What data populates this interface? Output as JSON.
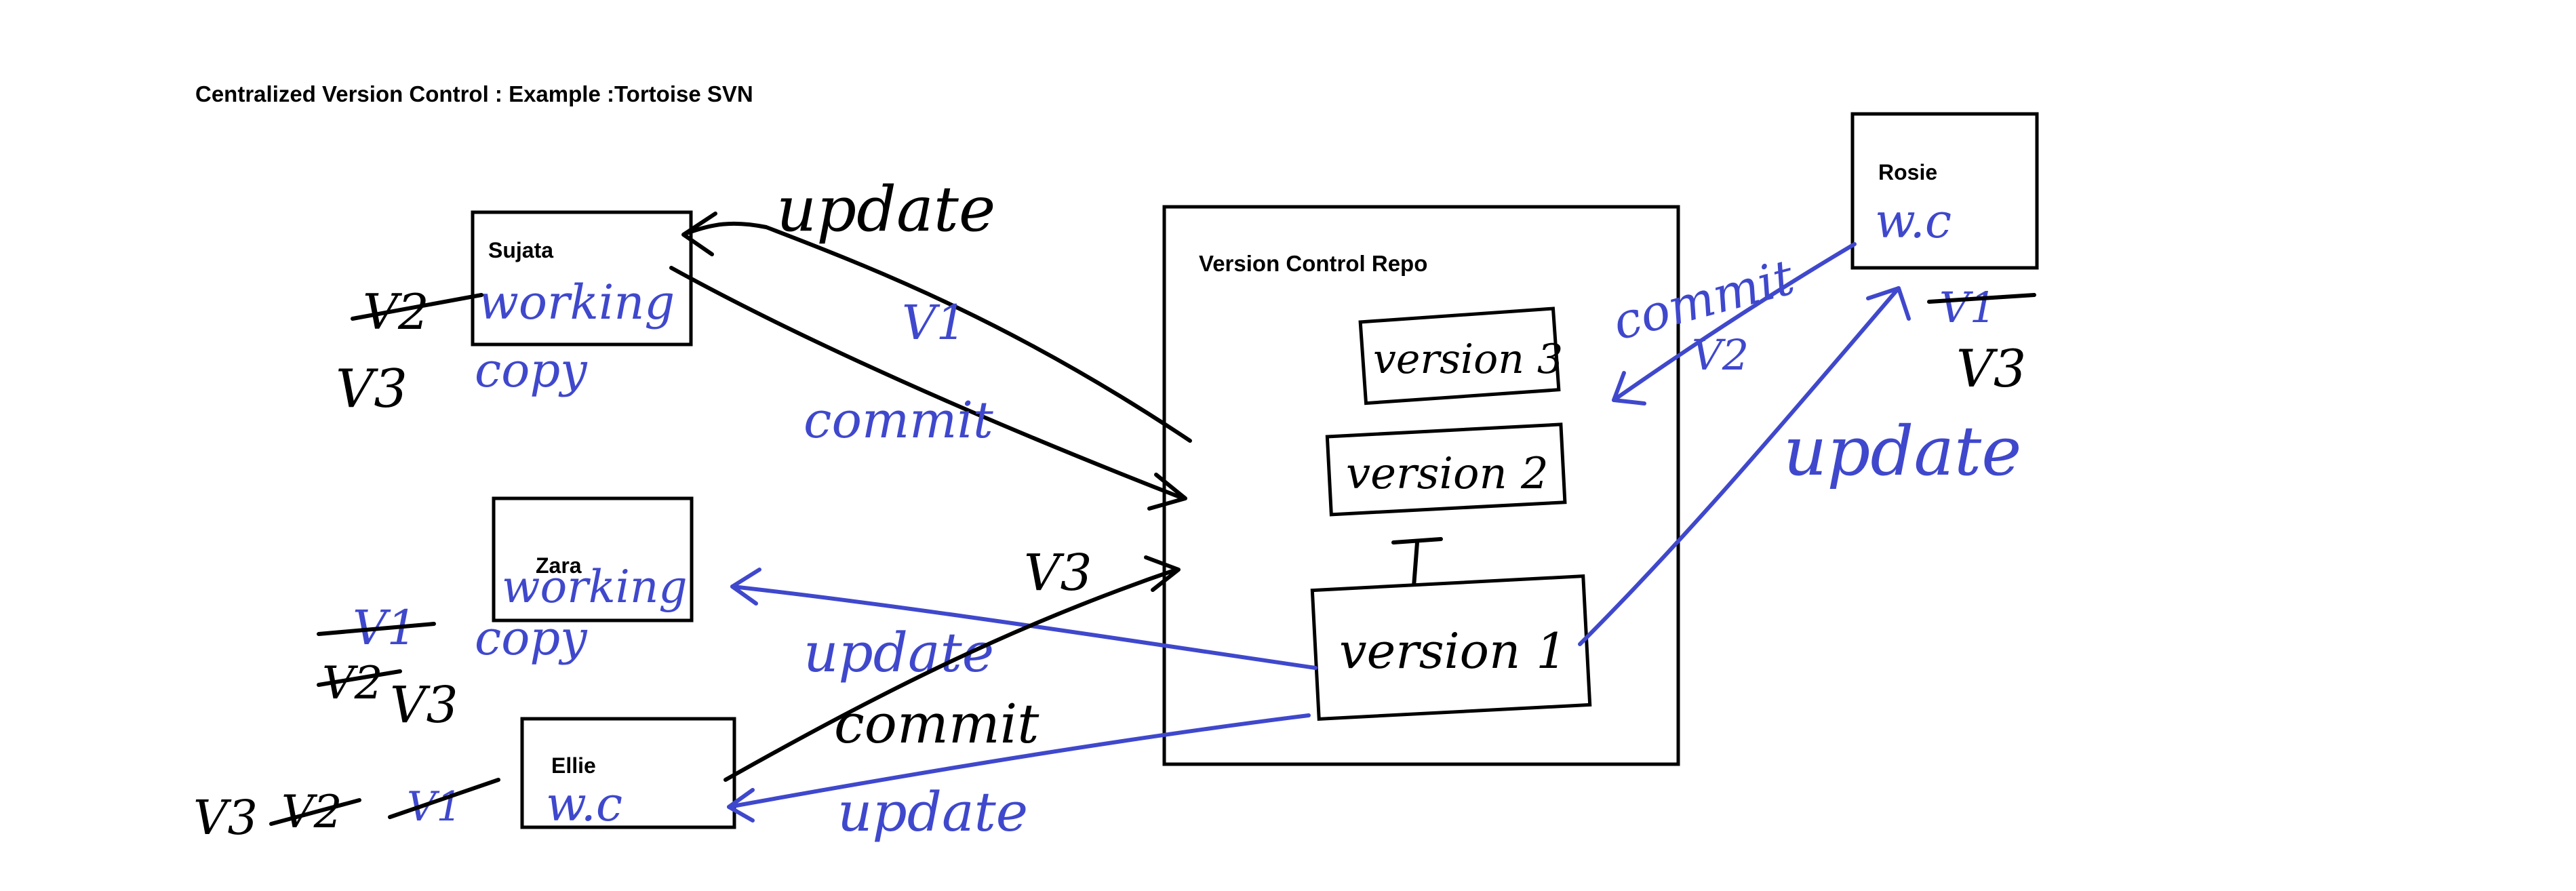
{
  "title": "Centralized Version Control :  Example :Tortoise SVN",
  "colors": {
    "ink": "#000000",
    "pen_blue": "#3f48cc",
    "background": "#ffffff"
  },
  "repo": {
    "label": "Version Control Repo",
    "versions": [
      "version 3",
      "version 2",
      "version 1"
    ]
  },
  "users": {
    "sujata": {
      "name": "Sujata",
      "working_copy": [
        "working",
        "copy"
      ],
      "versions": [
        "V2",
        "V3"
      ]
    },
    "zara": {
      "name": "Zara",
      "working_copy": [
        "working",
        "copy"
      ],
      "versions": [
        "V1",
        "V2",
        "V3"
      ]
    },
    "ellie": {
      "name": "Ellie",
      "working_copy": [
        "w.c"
      ],
      "versions": [
        "V3",
        "V2",
        "V1"
      ]
    },
    "rosie": {
      "name": "Rosie",
      "working_copy": [
        "w.c"
      ],
      "versions": [
        "V1",
        "V2",
        "V3"
      ]
    }
  },
  "arrows": {
    "sujata_update": "update",
    "sujata_commit": "commit",
    "sujata_commit_version": "V1",
    "zara_update": "update",
    "ellie_commit": "commit",
    "ellie_commit_version": "V3",
    "ellie_update": "update",
    "rosie_commit": "commit",
    "rosie_update": "update"
  }
}
